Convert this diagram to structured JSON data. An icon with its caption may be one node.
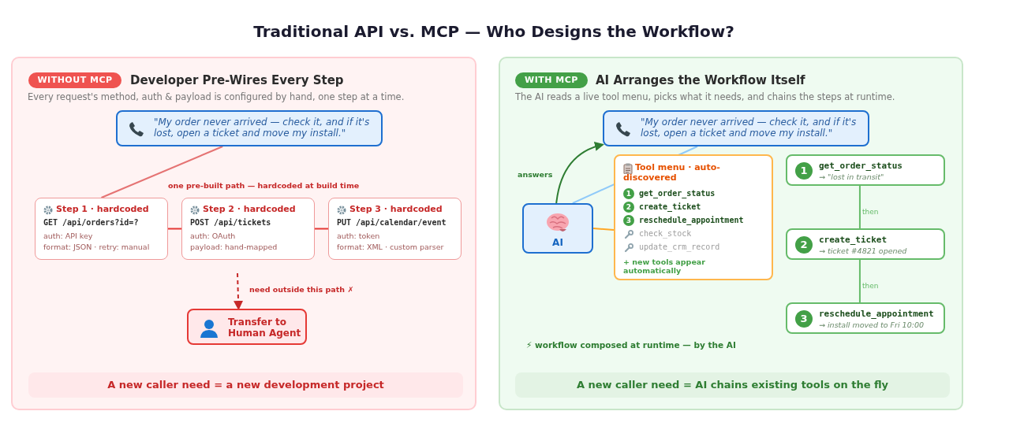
{
  "diagram": {
    "title": "Traditional API vs. MCP — Who Designs the Workflow?",
    "nodes": [
      {
        "text": [
          "Developer Pre-Wires Every Step",
          "Every request's method, auth & payload is configured by hand, one step at a time."
        ]
      },
      {
        "text": [
          "WITHOUT MCP"
        ],
        "in": 0
      },
      {
        "text": [
          "\"My order never arrived — check it, and if it's lost, open a ticket and move my install.\""
        ],
        "in": 0
      },
      {
        "text": [
          "Step 1 · hardcoded",
          "GET /api/orders?id=?",
          "auth: API key",
          "format: JSON · retry: manual"
        ],
        "in": 0
      },
      {
        "text": [
          "Step 2 · hardcoded",
          "POST /api/tickets",
          "auth: OAuth",
          "payload: hand-mapped"
        ],
        "in": 0
      },
      {
        "text": [
          "Step 3 · hardcoded",
          "PUT /api/calendar/event",
          "auth: token",
          "format: XML · custom parser"
        ],
        "in": 0
      },
      {
        "text": [
          "Transfer to Human Agent"
        ],
        "in": 0
      },
      {
        "text": [
          "A new caller need = a new development project"
        ],
        "in": 0
      },
      {
        "text": [
          "AI Arranges the Workflow Itself",
          "The AI reads a live tool menu, picks what it needs, and chains the steps at runtime."
        ]
      },
      {
        "text": [
          "WITH MCP"
        ],
        "in": 8
      },
      {
        "text": [
          "\"My order never arrived — check it, and if it's lost, open a ticket and move my install.\""
        ],
        "in": 8
      },
      {
        "text": [
          "AI"
        ],
        "in": 8
      },
      {
        "text": [
          "Tool menu · auto-discovered",
          "get_order_status",
          "create_ticket",
          "reschedule_appointment",
          "check_stock",
          "update_crm_record",
          "+ new tools appear automatically"
        ],
        "in": 8
      },
      {
        "text": [
          "1"
        ],
        "in": 12
      },
      {
        "text": [
          "2"
        ],
        "in": 12
      },
      {
        "text": [
          "3"
        ],
        "in": 12
      },
      {
        "text": [
          "get_order_status",
          "→ \"lost in transit\""
        ],
        "in": 8
      },
      {
        "text": [
          "1"
        ],
        "in": 16
      },
      {
        "text": [
          "create_ticket",
          "→ ticket #4821 opened"
        ],
        "in": 8
      },
      {
        "text": [
          "2"
        ],
        "in": 18
      },
      {
        "text": [
          "reschedule_appointment",
          "→ install moved to Fri 10:00"
        ],
        "in": 8
      },
      {
        "text": [
          "3"
        ],
        "in": 20
      },
      {
        "text": [
          "A new caller need = AI chains existing tools on the fly"
        ],
        "in": 8
      }
    ],
    "edges": [
      {
        "from": 2,
        "to": 3,
        "arrow": "none",
        "color": "#e57373"
      },
      {
        "from": 3,
        "to": 4,
        "arrow": "none",
        "color": "#e53935"
      },
      {
        "from": 4,
        "to": 5,
        "arrow": "none",
        "color": "#e53935"
      },
      {
        "from": null,
        "to": 6,
        "arrow": "to",
        "style": "dashed",
        "label": "need outside this path ✗",
        "color": "#c62828"
      },
      {
        "from": 10,
        "to": 11,
        "arrow": "none",
        "color": "#90caf9"
      },
      {
        "from": 11,
        "to": 12,
        "arrow": "none",
        "color": "#ffa726"
      },
      {
        "from": 11,
        "to": 10,
        "arrow": "to",
        "label": "answers",
        "color": "#2e7d32"
      },
      {
        "from": 16,
        "to": 18,
        "arrow": "none",
        "label": "then",
        "color": "#66bb6a"
      },
      {
        "from": 18,
        "to": 20,
        "arrow": "none",
        "label": "then",
        "color": "#66bb6a"
      }
    ],
    "labels": [
      "one pre-built path — hardcoded at build time",
      "⚡ workflow composed at runtime — by the AI"
    ]
  }
}
